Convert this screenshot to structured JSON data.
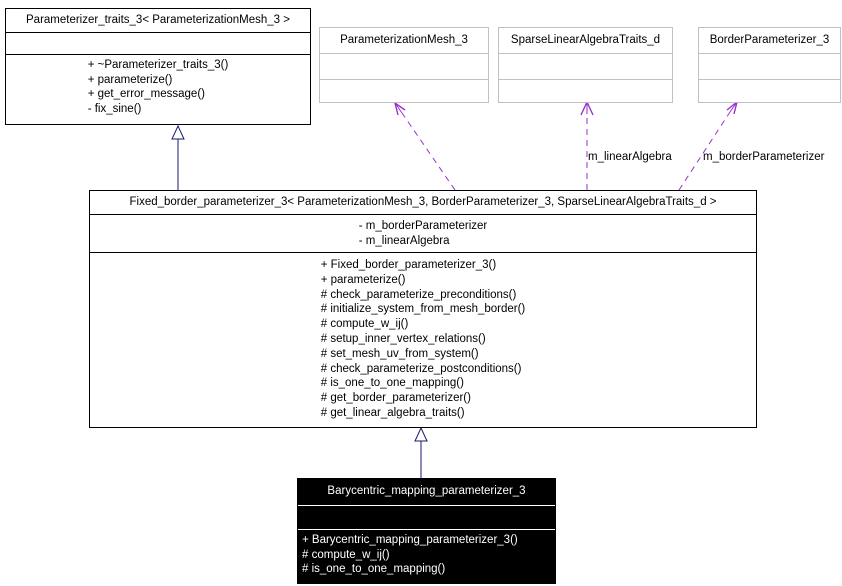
{
  "diagram": {
    "kind": "uml-class-diagram",
    "colors": {
      "background": "#ffffff",
      "class_border": "#000000",
      "template_border": "#c0c0c0",
      "inheritance_arrow": "#191970",
      "usage_arrow": "#9a32cd",
      "current_class_bg": "#000000",
      "current_class_text": "#ffffff"
    },
    "classes": {
      "parameterizer_traits": {
        "title": "Parameterizer_traits_3< ParameterizationMesh_3 >",
        "methods": [
          "+ ~Parameterizer_traits_3()",
          "+ parameterize()",
          "+ get_error_message()",
          "- fix_sine()"
        ]
      },
      "parameterization_mesh": {
        "title": "ParameterizationMesh_3"
      },
      "sparse_linear_algebra": {
        "title": "SparseLinearAlgebraTraits_d"
      },
      "border_parameterizer": {
        "title": "BorderParameterizer_3"
      },
      "fixed_border": {
        "title": "Fixed_border_parameterizer_3< ParameterizationMesh_3, BorderParameterizer_3, SparseLinearAlgebraTraits_d >",
        "attributes": [
          "- m_borderParameterizer",
          "- m_linearAlgebra"
        ],
        "methods": [
          "+ Fixed_border_parameterizer_3()",
          "+ parameterize()",
          "# check_parameterize_preconditions()",
          "# initialize_system_from_mesh_border()",
          "# compute_w_ij()",
          "# setup_inner_vertex_relations()",
          "# set_mesh_uv_from_system()",
          "# check_parameterize_postconditions()",
          "# is_one_to_one_mapping()",
          "# get_border_parameterizer()",
          "# get_linear_algebra_traits()"
        ]
      },
      "barycentric": {
        "title": "Barycentric_mapping_parameterizer_3",
        "methods": [
          "+ Barycentric_mapping_parameterizer_3()",
          "# compute_w_ij()",
          "# is_one_to_one_mapping()"
        ]
      }
    },
    "edges": [
      {
        "type": "inheritance",
        "from": "Fixed_border_parameterizer_3",
        "to": "Parameterizer_traits_3",
        "label": ""
      },
      {
        "type": "inheritance",
        "from": "Barycentric_mapping_parameterizer_3",
        "to": "Fixed_border_parameterizer_3",
        "label": ""
      },
      {
        "type": "usage",
        "from": "Fixed_border_parameterizer_3",
        "to": "ParameterizationMesh_3",
        "label": ""
      },
      {
        "type": "usage",
        "from": "Fixed_border_parameterizer_3",
        "to": "SparseLinearAlgebraTraits_d",
        "label": "m_linearAlgebra"
      },
      {
        "type": "usage",
        "from": "Fixed_border_parameterizer_3",
        "to": "BorderParameterizer_3",
        "label": "m_borderParameterizer"
      }
    ]
  }
}
